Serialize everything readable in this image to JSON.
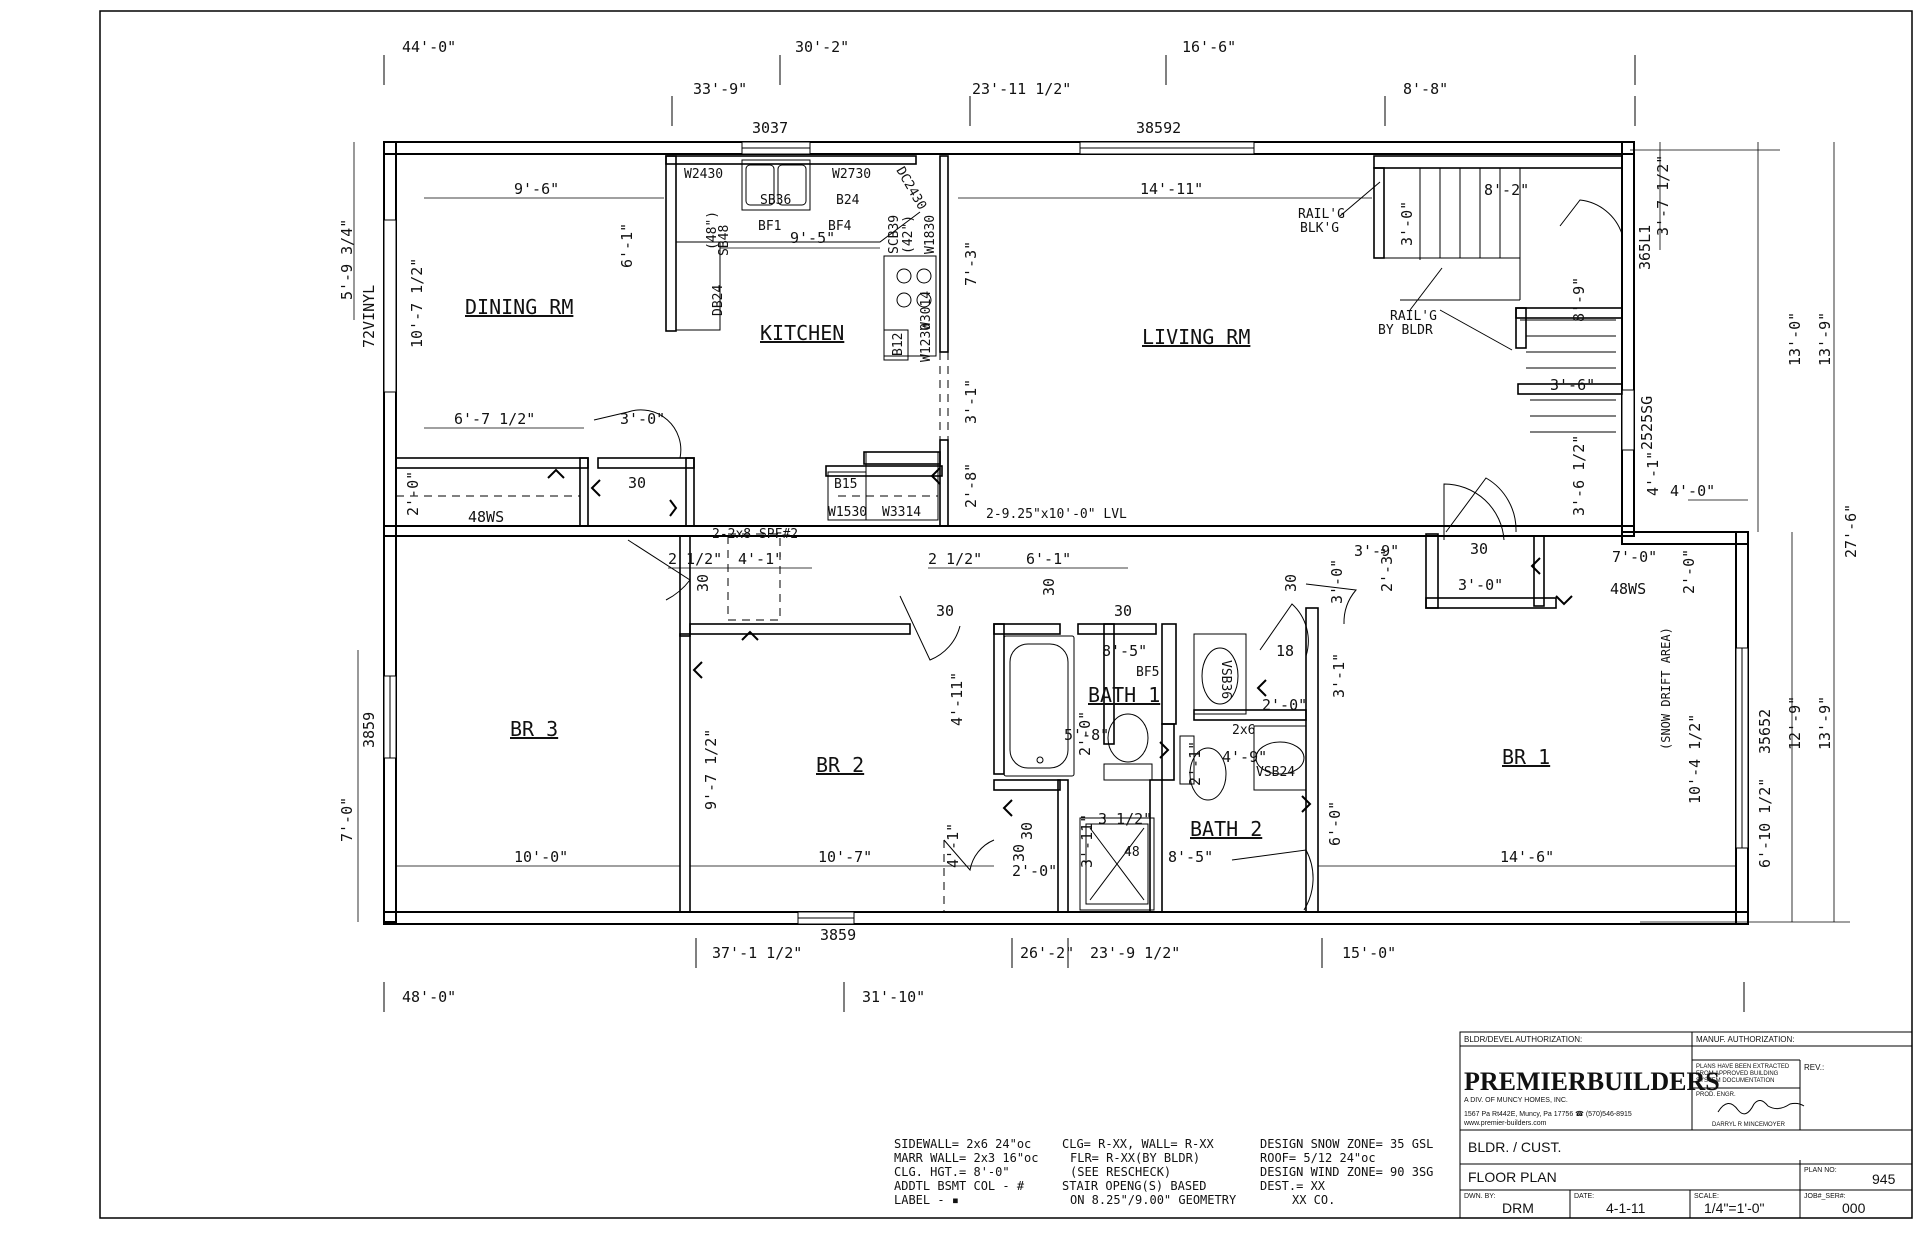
{
  "rooms": {
    "dining": "DINING RM",
    "kitchen": "KITCHEN",
    "living": "LIVING RM",
    "br3": "BR 3",
    "br2": "BR 2",
    "br1": "BR 1",
    "bath1": "BATH 1",
    "bath2": "BATH 2"
  },
  "top_dims": {
    "row1": [
      "44'-0\"",
      "30'-2\"",
      "16'-6\""
    ],
    "row2": [
      "33'-9\"",
      "23'-11 1/2\"",
      "8'-8\""
    ]
  },
  "bottom_dims": {
    "row1": [
      "37'-1 1/2\"",
      "26'-2\"",
      "23'-9 1/2\"",
      "15'-0\""
    ],
    "row2": [
      "48'-0\"",
      "31'-10\""
    ]
  },
  "left_dims": [
    "5'-9 3/4\"",
    "72VINYL",
    "3859",
    "7'-0\""
  ],
  "right_dims": [
    "3'-7 1/2\"",
    "365L1",
    "13'-0\"",
    "13'-9\"",
    "27'-6\"",
    "2525SG",
    "3'-6 1/2\"",
    "4'-1\"",
    "4'-0\"",
    "(SNOW DRIFT AREA)",
    "35652",
    "12'-9\"",
    "13'-9\"",
    "10'-4 1/2\"",
    "6'-10 1/2\""
  ],
  "window_labels": [
    "3037",
    "38592",
    "3859"
  ],
  "interior_dims": [
    "9'-6\"",
    "6'-1\"",
    "10'-7 1/2\"",
    "14'-11\"",
    "7'-3\"",
    "3'-1\"",
    "2'-8\"",
    "6'-7 1/2\"",
    "3'-0\"",
    "2'-0\"",
    "2 1/2\"",
    "4'-1\"",
    "2 1/2\"",
    "6'-1\"",
    "9'-5\"",
    "8'-2\"",
    "3'-0\"",
    "8'-9\"",
    "3'-6\"",
    "3'-9\"",
    "2'-3\"",
    "3'-0\"",
    "7'-0\"",
    "3'-0\"",
    "2'-0\"",
    "8'-5\"",
    "4'-11\"",
    "5'-8\"",
    "3'-1\"",
    "2'-0\"",
    "4'-9\"",
    "2'-1\"",
    "9'-7 1/2\"",
    "10'-0\"",
    "10'-7\"",
    "4'-1\"",
    "2'-0\"",
    "3'-11\"",
    "3 1/2\"",
    "8'-5\"",
    "6'-0\"",
    "14'-6\"",
    "2'-0\""
  ],
  "fixtures": [
    "W2430",
    "W2730",
    "SB36",
    "B24",
    "DC2430",
    "BF1",
    "BF4",
    "SCB39",
    "(42\")",
    "W1830",
    "(48\")",
    "SB48",
    "DB24",
    "W3014",
    "B12",
    "W1230",
    "B15",
    "W1530",
    "W3314",
    "48WS",
    "48WS",
    "VSB36",
    "VSB24",
    "2x6",
    "BF5",
    "18",
    "48",
    "30",
    "30",
    "30",
    "30",
    "30",
    "30",
    "30",
    "30",
    "30"
  ],
  "beams": [
    "2-2x8 SPF#2",
    "2-9.25\"x10'-0\" LVL"
  ],
  "stair_notes": [
    "RAIL'G",
    "BLK'G",
    "RAIL'G",
    "BY BLDR"
  ],
  "specs": {
    "col1": [
      "SIDEWALL=  2x6 24\"oc",
      "MARR WALL= 2x3 16\"oc",
      "CLG. HGT.=  8'-0\"",
      "ADDTL BSMT COL - #",
      "LABEL - ▪"
    ],
    "col2": [
      "CLG= R-XX, WALL= R-XX",
      "FLR= R-XX(BY BLDR)",
      "(SEE RESCHECK)",
      "STAIR OPENG(S) BASED",
      "ON 8.25\"/9.00\" GEOMETRY"
    ],
    "col3": [
      "DESIGN SNOW ZONE= 35 GSL",
      "ROOF= 5/12 24\"oc",
      "DESIGN WIND ZONE= 90 3SG",
      "DEST.= XX",
      "XX CO."
    ]
  },
  "title_block": {
    "bldr_auth": "BLDR/DEVEL AUTHORIZATION:",
    "manuf_auth": "MANUF. AUTHORIZATION:",
    "brand": "PREMIERBUILDERS",
    "brand_sub": "A DIV. OF MUNCY HOMES, INC.",
    "address": "1567 Pa Rt442E, Muncy, Pa 17756 ☎ (570)546-8915",
    "website": "www.premier-builders.com",
    "extract_note": [
      "PLANS HAVE BEEN EXTRACTED",
      "FROM APPROVED BUILDING",
      "SYSTEM DOCUMENTATION"
    ],
    "prod_engr": "PROD. ENGR.",
    "engr_name": "DARRYL R MINCEMOYER",
    "rev_label": "REV.:",
    "customer": "BLDR. / CUST.",
    "sheet_title": "FLOOR PLAN",
    "plan_no_label": "PLAN NO:",
    "plan_no": "945",
    "dwn_by_label": "DWN. BY:",
    "dwn_by": "DRM",
    "date_label": "DATE:",
    "date": "4-1-11",
    "scale_label": "SCALE:",
    "scale": "1/4\"=1'-0\"",
    "job_label": "JOB#_SER#:",
    "job": "000"
  }
}
